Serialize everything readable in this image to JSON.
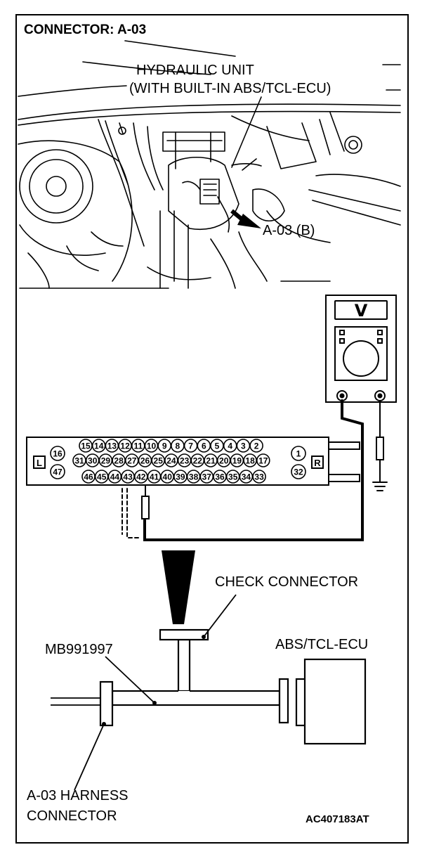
{
  "title": "CONNECTOR: A-03",
  "labels": {
    "hydraulic_unit_line1": "HYDRAULIC UNIT",
    "hydraulic_unit_line2": "(WITH BUILT-IN ABS/TCL-ECU)",
    "connector_callout": "A-03 (B)",
    "check_connector": "CHECK CONNECTOR",
    "tool": "MB991997",
    "ecu": "ABS/TCL-ECU",
    "harness_line1": "A-03 HARNESS",
    "harness_line2": "CONNECTOR",
    "figure_code": "AC407183AT"
  },
  "meter": {
    "symbol": "V"
  },
  "connector_face": {
    "left_mark": "L",
    "right_mark": "R",
    "left_pins": [
      "16",
      "47"
    ],
    "right_pins": [
      "1",
      "32"
    ],
    "row1": [
      "15",
      "14",
      "13",
      "12",
      "11",
      "10",
      "9",
      "8",
      "7",
      "6",
      "5",
      "4",
      "3",
      "2"
    ],
    "row2": [
      "31",
      "30",
      "29",
      "28",
      "27",
      "26",
      "25",
      "24",
      "23",
      "22",
      "21",
      "20",
      "19",
      "18",
      "17"
    ],
    "row3": [
      "46",
      "45",
      "44",
      "43",
      "42",
      "41",
      "40",
      "39",
      "38",
      "37",
      "36",
      "35",
      "34",
      "33"
    ]
  }
}
